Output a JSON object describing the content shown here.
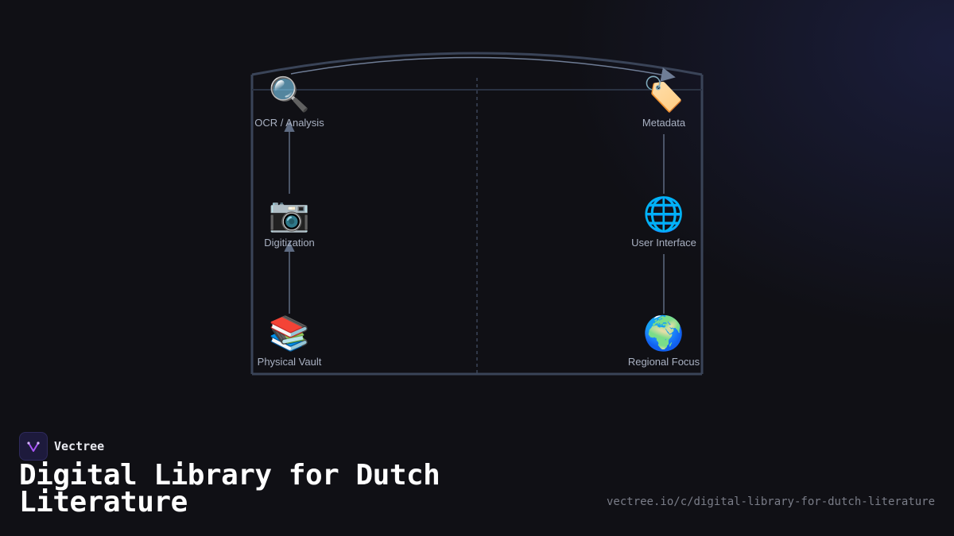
{
  "brand": {
    "name": "Vectree"
  },
  "title": "Digital Library for Dutch Literature",
  "url": "vectree.io/c/digital-library-for-dutch-literature",
  "diagram": {
    "nodes": {
      "ocr": {
        "label": "OCR / Analysis",
        "icon": "🔍",
        "icon_name": "magnifier-icon"
      },
      "digitization": {
        "label": "Digitization",
        "icon": "📷",
        "icon_name": "camera-icon"
      },
      "vault": {
        "label": "Physical Vault",
        "icon": "📚",
        "icon_name": "books-icon"
      },
      "metadata": {
        "label": "Metadata",
        "icon": "🏷️",
        "icon_name": "tag-icon"
      },
      "ui": {
        "label": "User Interface",
        "icon": "🌐",
        "icon_name": "globe-meridians-icon"
      },
      "regional": {
        "label": "Regional Focus",
        "icon": "🌍",
        "icon_name": "globe-europe-africa-icon"
      }
    },
    "colors": {
      "frame": "#3a4458",
      "arrow": "#5e6b82",
      "label": "#a9b1c2",
      "accent": "#8b5cf6"
    }
  }
}
